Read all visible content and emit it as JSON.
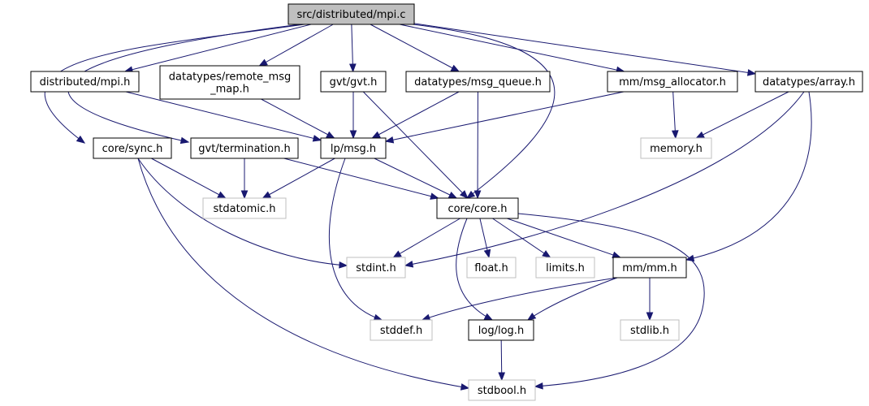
{
  "graph": {
    "title": "",
    "colors": {
      "edge": "#191970",
      "root_fill": "#bfbfbf",
      "node_border": "#000000",
      "external_border": "#bfbfbf",
      "node_fill": "#ffffff"
    },
    "nodes": {
      "mpi_c": {
        "label": "src/distributed/mpi.c",
        "kind": "root"
      },
      "distributed_mpi_h": {
        "label": "distributed/mpi.h",
        "kind": "local"
      },
      "remote_msg_map_h": {
        "label": "datatypes/remote_msg\n_map.h",
        "kind": "local"
      },
      "gvt_h": {
        "label": "gvt/gvt.h",
        "kind": "local"
      },
      "msg_queue_h": {
        "label": "datatypes/msg_queue.h",
        "kind": "local"
      },
      "msg_allocator_h": {
        "label": "mm/msg_allocator.h",
        "kind": "local"
      },
      "array_h": {
        "label": "datatypes/array.h",
        "kind": "local"
      },
      "sync_h": {
        "label": "core/sync.h",
        "kind": "local"
      },
      "termination_h": {
        "label": "gvt/termination.h",
        "kind": "local"
      },
      "lp_msg_h": {
        "label": "lp/msg.h",
        "kind": "local"
      },
      "memory_h": {
        "label": "memory.h",
        "kind": "external"
      },
      "stdatomic_h": {
        "label": "stdatomic.h",
        "kind": "external"
      },
      "core_h": {
        "label": "core/core.h",
        "kind": "local"
      },
      "stdint_h": {
        "label": "stdint.h",
        "kind": "external"
      },
      "float_h": {
        "label": "float.h",
        "kind": "external"
      },
      "limits_h": {
        "label": "limits.h",
        "kind": "external"
      },
      "mm_h": {
        "label": "mm/mm.h",
        "kind": "local"
      },
      "stddef_h": {
        "label": "stddef.h",
        "kind": "external"
      },
      "log_h": {
        "label": "log/log.h",
        "kind": "local"
      },
      "stdlib_h": {
        "label": "stdlib.h",
        "kind": "external"
      },
      "stdbool_h": {
        "label": "stdbool.h",
        "kind": "external"
      }
    },
    "edges": [
      {
        "from": "mpi_c",
        "to": "distributed_mpi_h"
      },
      {
        "from": "mpi_c",
        "to": "remote_msg_map_h"
      },
      {
        "from": "mpi_c",
        "to": "gvt_h"
      },
      {
        "from": "mpi_c",
        "to": "msg_queue_h"
      },
      {
        "from": "mpi_c",
        "to": "msg_allocator_h"
      },
      {
        "from": "mpi_c",
        "to": "array_h"
      },
      {
        "from": "mpi_c",
        "to": "sync_h"
      },
      {
        "from": "mpi_c",
        "to": "termination_h"
      },
      {
        "from": "mpi_c",
        "to": "core_h"
      },
      {
        "from": "distributed_mpi_h",
        "to": "lp_msg_h"
      },
      {
        "from": "remote_msg_map_h",
        "to": "lp_msg_h"
      },
      {
        "from": "gvt_h",
        "to": "lp_msg_h"
      },
      {
        "from": "gvt_h",
        "to": "core_h"
      },
      {
        "from": "msg_queue_h",
        "to": "lp_msg_h"
      },
      {
        "from": "msg_queue_h",
        "to": "core_h"
      },
      {
        "from": "msg_allocator_h",
        "to": "lp_msg_h"
      },
      {
        "from": "msg_allocator_h",
        "to": "memory_h"
      },
      {
        "from": "array_h",
        "to": "memory_h"
      },
      {
        "from": "array_h",
        "to": "stdint_h"
      },
      {
        "from": "array_h",
        "to": "mm_h"
      },
      {
        "from": "sync_h",
        "to": "stdatomic_h"
      },
      {
        "from": "sync_h",
        "to": "stdint_h"
      },
      {
        "from": "sync_h",
        "to": "stdbool_h"
      },
      {
        "from": "termination_h",
        "to": "stdatomic_h"
      },
      {
        "from": "termination_h",
        "to": "core_h"
      },
      {
        "from": "lp_msg_h",
        "to": "stdatomic_h"
      },
      {
        "from": "lp_msg_h",
        "to": "core_h"
      },
      {
        "from": "lp_msg_h",
        "to": "stddef_h"
      },
      {
        "from": "core_h",
        "to": "stdint_h"
      },
      {
        "from": "core_h",
        "to": "float_h"
      },
      {
        "from": "core_h",
        "to": "limits_h"
      },
      {
        "from": "core_h",
        "to": "mm_h"
      },
      {
        "from": "core_h",
        "to": "log_h"
      },
      {
        "from": "core_h",
        "to": "stdbool_h"
      },
      {
        "from": "mm_h",
        "to": "stddef_h"
      },
      {
        "from": "mm_h",
        "to": "log_h"
      },
      {
        "from": "mm_h",
        "to": "stdlib_h"
      },
      {
        "from": "log_h",
        "to": "stdbool_h"
      }
    ]
  }
}
